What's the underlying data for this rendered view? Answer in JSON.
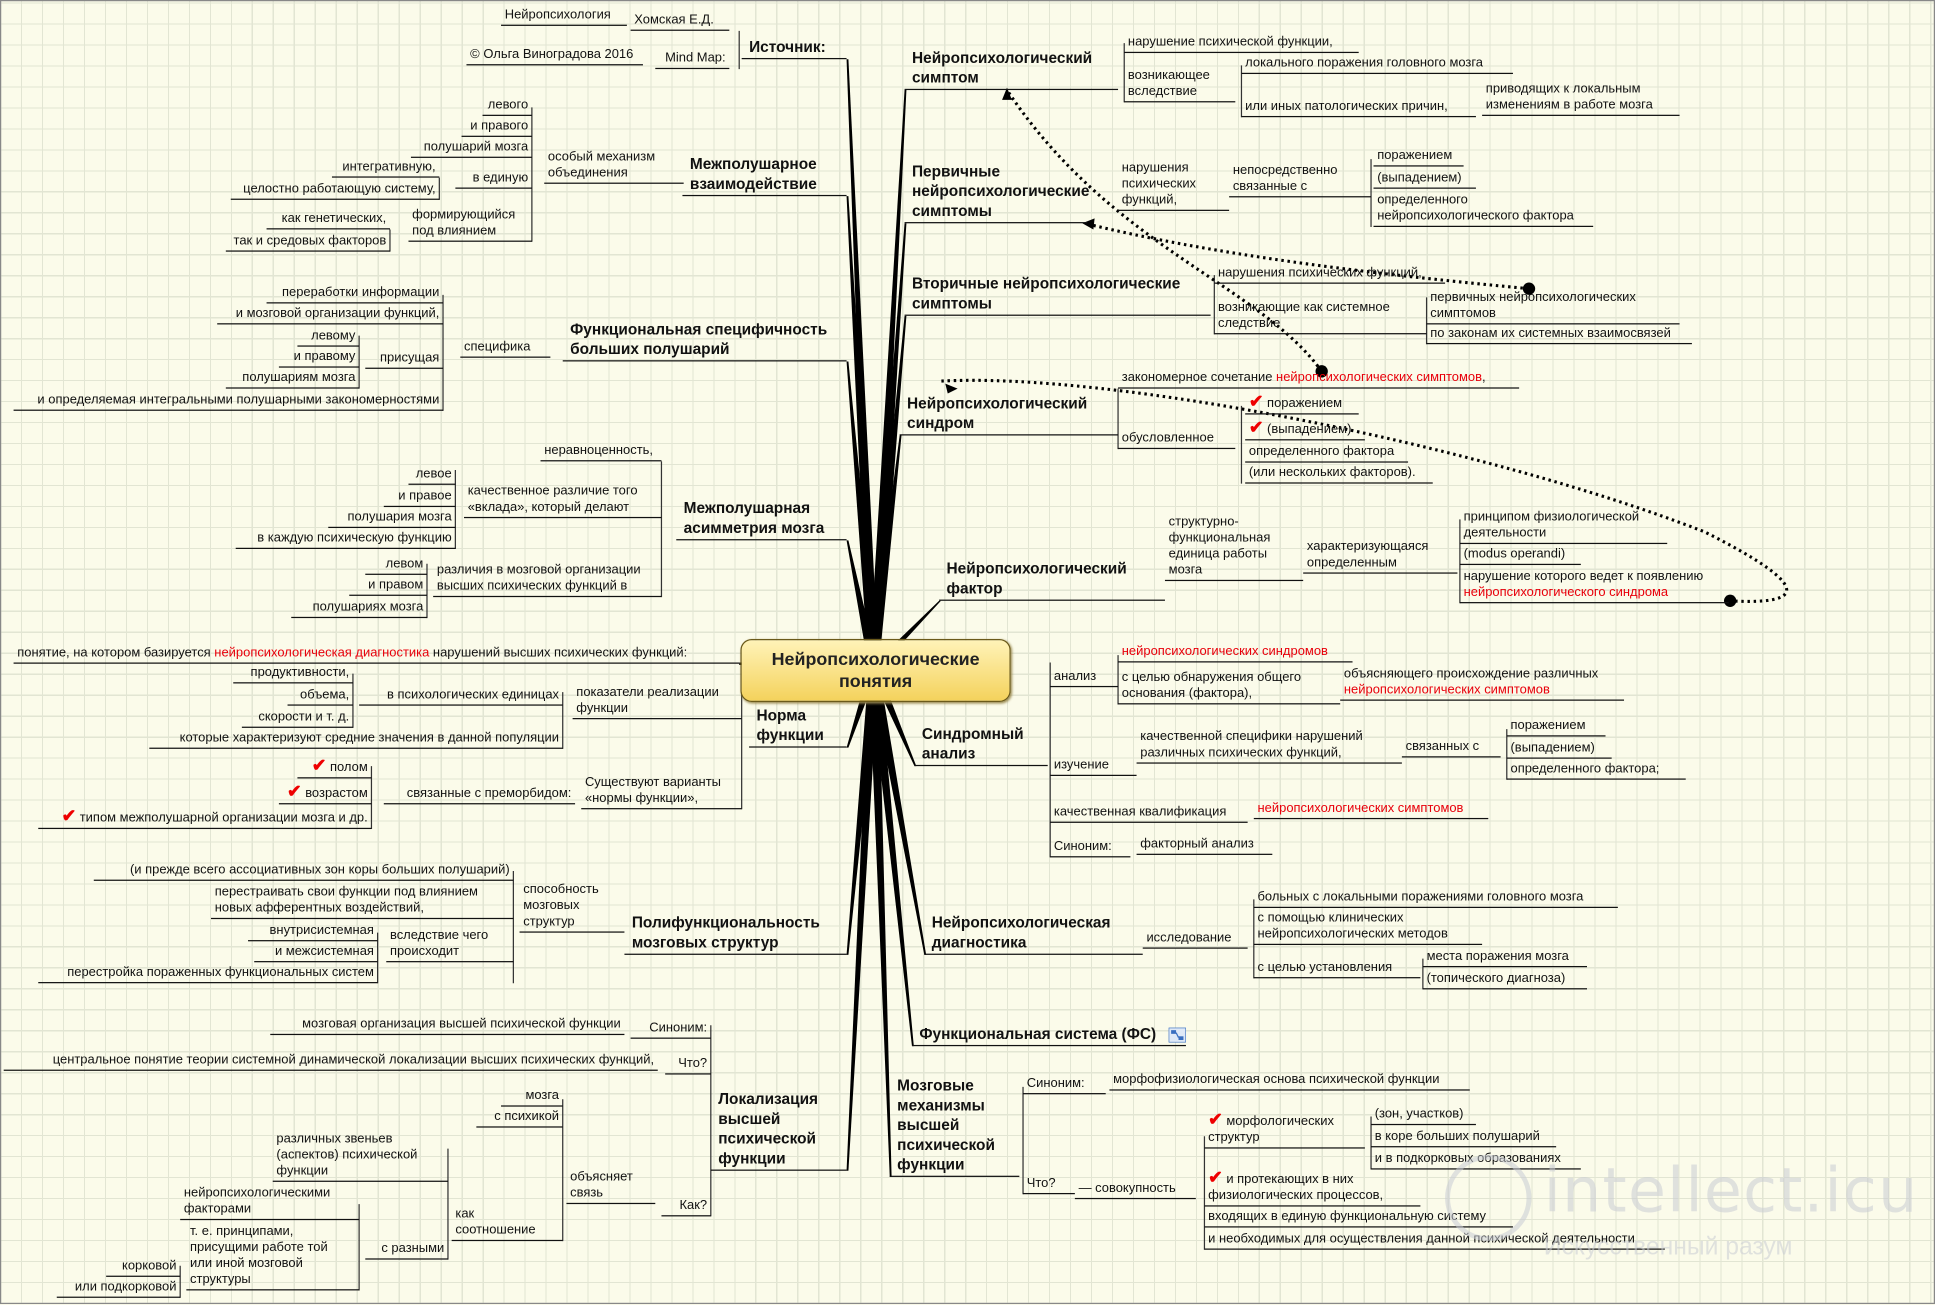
{
  "center": "Нейропсихологические\nпонятия",
  "source": {
    "title": "Источник:",
    "author": "Хомская Е.Д.",
    "book": "Нейропсихология",
    "mm_label": "Mind Map:",
    "mm_value": "© Ольга Виноградова 2016"
  },
  "ihi": {
    "title": "Межполушарное\nвзаимодействие",
    "mech": "особый механизм\nобъединения",
    "left": "левого",
    "right": "и правого",
    "hemis": "полушарий мозга",
    "single": "в единую",
    "integr": "интегративную,",
    "whole": "целостно работающую систему,",
    "forming": "формирующийся\nпод влиянием",
    "genetic": "как генетических,",
    "env": "так и средовых факторов"
  },
  "fs": {
    "title": "Функциональная специфичность\nбольших полушарий",
    "spec": "специфика",
    "proc": "переработки информации",
    "org": "и мозговой организации функций,",
    "inherent": "присущая",
    "leftw": "левому",
    "rightw": "и правому",
    "hemis": "полушариям мозга",
    "integral": "и определяемая интегральными полушарными закономерностями"
  },
  "asym": {
    "title": "Межполушарная\nасимметрия мозга",
    "uneq": "неравноценность,",
    "qual": "качественное различие того\n«вклада», который делают",
    "left": "левое",
    "right": "и правое",
    "hemis": "полушария мозга",
    "each": "в каждую психическую функцию",
    "diff": "различия в мозговой организации\nвысших психических функций в",
    "lefta": "левом",
    "righta": "и правом",
    "hemisa": "полушариях мозга"
  },
  "basis": {
    "pre": "понятие, на котором базируется ",
    "red": "нейропсихологическая диагностика",
    "post": " нарушений высших психических функций:"
  },
  "norm": {
    "title": "Норма\nфункции",
    "indicators": "показатели реализации\nфункции",
    "psych": "в психологических единицах",
    "prod": "продуктивности,",
    "vol": "объема,",
    "speed": "скорости и т. д.",
    "chars": "которые характеризуют средние значения в данной популяции",
    "variants": "Существуют варианты\n«нормы функции»,",
    "premorbid": "связанные с преморбидом:",
    "sex": "полом",
    "age": "возрастом",
    "type": "типом межполушарной организации мозга и др."
  },
  "poly": {
    "title": "Полифункциональность\nмозговых структур",
    "ability": "способность\nмозговых\nструктур",
    "assoc": "(и прежде всего ассоциативных зон коры больших полушарий)",
    "rebuild": "перестраивать свои функции под влиянием\nновых афферентных воздействий,",
    "hence": "вследствие чего\nпроисходит",
    "intra": "внутрисистемная",
    "inter": "и межсистемная",
    "restructure": "перестройка пораженных функциональных систем"
  },
  "loc": {
    "title": "Локализация\nвысшей\nпсихической\nфункции",
    "syn_label": "Синоним:",
    "syn": "мозговая организация высшей психической функции",
    "what_label": "Что?",
    "what": "центральное понятие теории системной динамической локализации высших психических функций,",
    "how_label": "Как?",
    "explains": "объясняет\nсвязь",
    "brain": "мозга",
    "psyche": "с психикой",
    "relation": "как\nсоотношение",
    "links": "различных звеньев\n(аспектов) психической\nфункции",
    "different": "с разными",
    "factors": "нейропсихологическими\nфакторами",
    "principles": "т. е. принципами,\nприсущими работе той\nили иной мозговой\nструктуры",
    "cortical": "корковой",
    "subcortical": "или подкорковой"
  },
  "symptom": {
    "title": "Нейропсихологический\nсимптом",
    "disorder": "нарушение психической функции,",
    "arising": "возникающее\nвследствие",
    "local": "локального поражения головного мозга",
    "other": "или иных патологических причин,",
    "leading": "приводящих к локальным\nизменениям в работе мозга"
  },
  "primary": {
    "title": "Первичные\nнейропсихологические\nсимптомы",
    "disorders": "нарушения\nпсихических\nфункций,",
    "direct": "непосредственно\nсвязанные с",
    "damage": "поражением",
    "loss": "(выпадением)",
    "factor": "определенного\nнейропсихологического фактора"
  },
  "secondary": {
    "title": "Вторичные нейропсихологические\nсимптомы",
    "disorders": "нарушения психических функций,",
    "arising": "возникающие как системное\nследствие",
    "primary": "первичных нейропсихологических\nсимптомов",
    "laws": "по законам их системных взаимосвязей"
  },
  "syndrome": {
    "title": "Нейропсихологический\nсиндром",
    "combo_pre": "закономерное сочетание ",
    "combo_red": "нейропсихологических симптомов",
    "combo_post": ",",
    "caused": "обусловленное",
    "damage": "поражением",
    "loss": "(выпадением)",
    "factor": "определенного фактора",
    "several": "(или нескольких факторов)."
  },
  "factor": {
    "title": "Нейропсихологический\nфактор",
    "unit": "структурно-\nфункциональная\nединица работы\nмозга",
    "characterized": "характеризующаяся\nопределенным",
    "principle": "принципом физиологической\nдеятельности",
    "modus": "(modus operandi)",
    "violation": "нарушение которого ведет к появлению",
    "violation_red": "нейропсихологического синдрома"
  },
  "analysis": {
    "title": "Синдромный\nанализ",
    "an": "анализ",
    "an_red": "нейропсихологических синдромов",
    "purpose": "с целью обнаружения общего\nоснования (фактора),",
    "explaining": "объясняющего происхождение различных",
    "explaining_red": "нейропсихологических симптомов",
    "study": "изучение",
    "study_what": "качественной специфики нарушений\nразличных психических функций,",
    "related": "связанных с",
    "damage": "поражением",
    "loss": "(выпадением)",
    "factor": "определенного фактора;",
    "qual": "качественная квалификация",
    "qual_red": "нейропсихологических симптомов",
    "syn_label": "Синоним:",
    "syn": "факторный анализ"
  },
  "diag": {
    "title": "Нейропсихологическая\nдиагностика",
    "research": "исследование",
    "patients": "больных с локальными поражениями головного мозга",
    "methods": "с помощью клинических\nнейропсихологических методов",
    "purpose": "с целью установления",
    "place": "места поражения мозга",
    "topical": "(топического диагноза)"
  },
  "funcsys": {
    "title": "Функциональная система (ФС)"
  },
  "mech": {
    "title": "Мозговые\nмеханизмы\nвысшей\nпсихической\nфункции",
    "syn_label": "Синоним:",
    "syn": "морфофизиологическая основа психической функции",
    "what_label": "Что?",
    "totality": "— совокупность",
    "morph": "морфологических\nструктур",
    "zones": "(зон, участков)",
    "cortex": "в коре больших полушарий",
    "subcortex": "и в подкорковых образованиях",
    "physio": "и протекающих в них\nфизиологических процессов,",
    "unified": "входящих в единую функциональную систему",
    "necessary": "и необходимых для осуществления данной психической деятельности"
  },
  "checkmark": "✔",
  "watermark": {
    "name": "intellect.icu",
    "tagline": "Искусственный разум"
  }
}
